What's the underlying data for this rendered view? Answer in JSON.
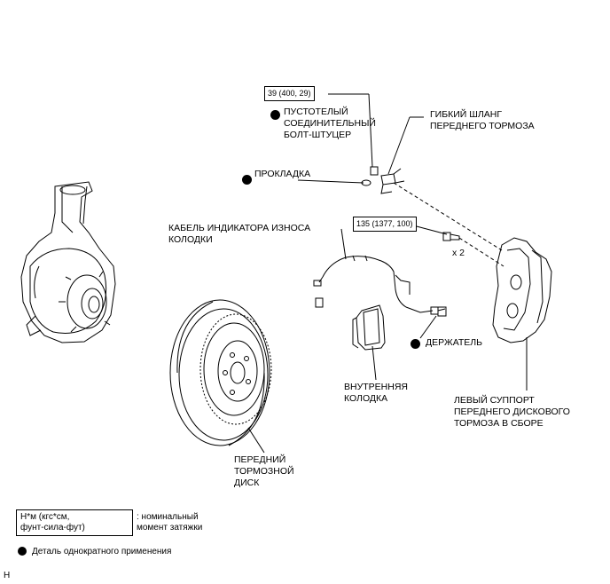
{
  "torque_specs": {
    "union_bolt": "39 (400, 29)",
    "caliper_bolt": "135 (1377, 100)"
  },
  "labels": {
    "union_bolt_line1": "ПУСТОТЕЛЫЙ",
    "union_bolt_line2": "СОЕДИНИТЕЛЬНЫЙ",
    "union_bolt_line3": "БОЛТ-ШТУЦЕР",
    "hose_line1": "ГИБКИЙ ШЛАНГ",
    "hose_line2": "ПЕРЕДНЕГО ТОРМОЗА",
    "gasket": "ПРОКЛАДКА",
    "wear_cable_line1": "КАБЕЛЬ ИНДИКАТОРА ИЗНОСА",
    "wear_cable_line2": "КОЛОДКИ",
    "bolt_qty": "x 2",
    "holder": "ДЕРЖАТЕЛЬ",
    "inner_pad_line1": "ВНУТРЕННЯЯ",
    "inner_pad_line2": "КОЛОДКА",
    "caliper_line1": "ЛЕВЫЙ СУППОРТ",
    "caliper_line2": "ПЕРЕДНЕГО ДИСКОВОГО",
    "caliper_line3": "ТОРМОЗА В СБОРЕ",
    "disc_line1": "ПЕРЕДНИЙ",
    "disc_line2": "ТОРМОЗНОЙ",
    "disc_line3": "ДИСК"
  },
  "legend": {
    "torque_unit_line1": "Н*м (кгс*см,",
    "torque_unit_line2": "фунт-сила-фут)",
    "torque_desc_line1": ": номинальный",
    "torque_desc_line2": "момент затяжки",
    "non_reusable": "Деталь однократного применения"
  },
  "corner_code": "H"
}
